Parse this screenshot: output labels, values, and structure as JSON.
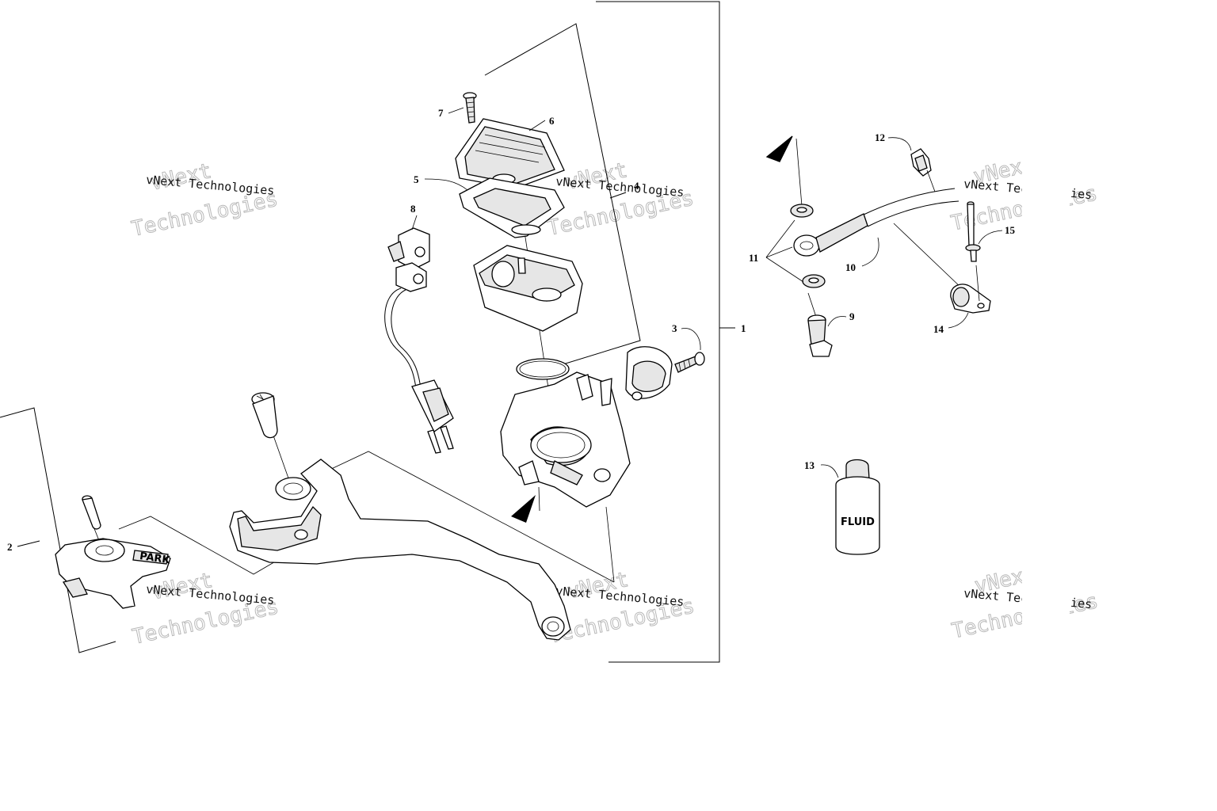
{
  "callouts": {
    "c1": "1",
    "c2": "2",
    "c3": "3",
    "c4": "4",
    "c5": "5",
    "c6": "6",
    "c7": "7",
    "c8": "8",
    "c9": "9",
    "c10": "10",
    "c11": "11",
    "c12": "12",
    "c13": "13",
    "c14": "14",
    "c15": "15"
  },
  "watermark": {
    "line1": "vNext Technologies",
    "big1": "vNext",
    "big2": "Technologies"
  },
  "labels": {
    "fluid": "FLUID",
    "park": "PARK"
  },
  "colors": {
    "line": "#000000",
    "part_fill": "#ffffff",
    "shade": "#e6e6e6",
    "watermark_outline": "#b8b8b8"
  }
}
